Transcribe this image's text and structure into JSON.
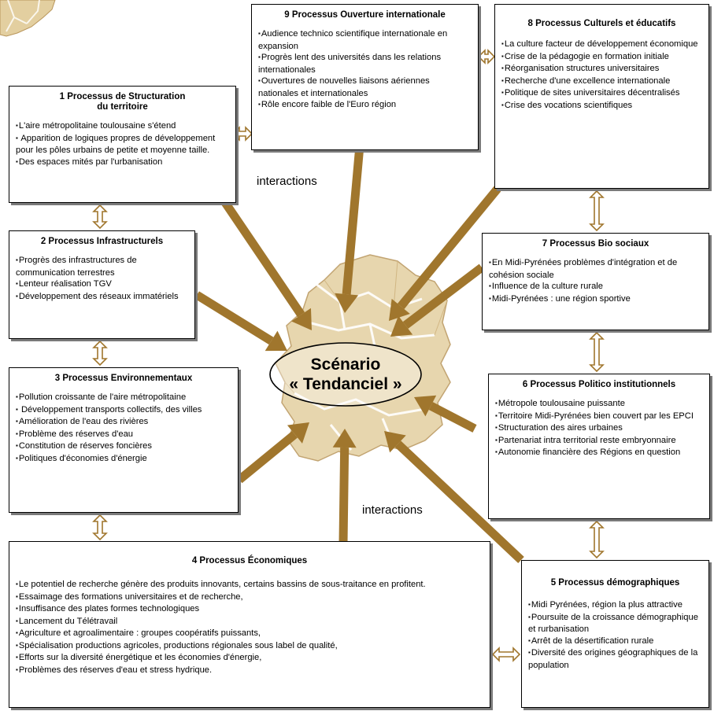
{
  "center": {
    "line1": "Scénario",
    "line2": "« Tendanciel »"
  },
  "labels": {
    "interactions_top": "interactions",
    "interactions_bottom": "interactions"
  },
  "colors": {
    "arrow": "#a0762d",
    "map_fill": "#e3cfa0",
    "map_shade": "#b8955a"
  },
  "processes": [
    {
      "title": "1 Processus de Structuration du territoire",
      "items": [
        "L'aire métropolitaine toulousaine s'étend",
        " Apparition de logiques propres de développement  pour les pôles urbains de petite et moyenne taille.",
        "Des espaces mités par l'urbanisation"
      ]
    },
    {
      "title": "2 Processus Infrastructurels",
      "items": [
        "Progrès des infrastructures de communication terrestres",
        "Lenteur réalisation TGV",
        "Développement des réseaux immatériels"
      ]
    },
    {
      "title": "3 Processus Environnementaux",
      "items": [
        "Pollution croissante de l'aire métropolitaine",
        " Développement transports collectifs, des villes",
        "Amélioration de l'eau des rivières",
        "Problème des réserves d'eau",
        "Constitution de réserves foncières",
        "Politiques d'économies d'énergie"
      ]
    },
    {
      "title": "4 Processus Économiques",
      "items": [
        "Le potentiel de recherche génère des produits innovants, certains bassins de sous-traitance en profitent.",
        "Essaimage des formations universitaires et de recherche,",
        "Insuffisance des plates formes technologiques",
        "Lancement du Télétravail",
        "Agriculture et agroalimentaire :  groupes coopératifs puissants,",
        "Spécialisation productions agricoles,  productions régionales sous label de qualité,",
        "Efforts sur la diversité énergétique et les économies d'énergie,",
        "Problèmes des réserves d'eau et stress hydrique."
      ]
    },
    {
      "title": "5 Processus démographiques",
      "items": [
        "Midi Pyrénées, région la plus attractive",
        "Poursuite de la croissance démographique et rurbanisation",
        "Arrêt de la désertification rurale",
        "Diversité des origines géographiques de la population"
      ]
    },
    {
      "title": "6 Processus Politico institutionnels",
      "items": [
        "Métropole toulousaine puissante",
        "Territoire Midi-Pyrénées bien couvert par les EPCI",
        "Structuration des aires urbaines",
        "Partenariat intra territorial reste embryonnaire",
        "Autonomie financière des Régions en question"
      ]
    },
    {
      "title": "7 Processus Bio sociaux",
      "items": [
        "En Midi-Pyrénées problèmes d'intégration et de cohésion sociale",
        "Influence de  la culture rurale",
        "Midi-Pyrénées : une région sportive"
      ]
    },
    {
      "title": "8 Processus Culturels et éducatifs",
      "items": [
        "La culture facteur de développement économique",
        "Crise de la pédagogie en formation initiale",
        "Réorganisation structures universitaires",
        "Recherche d'une excellence internationale",
        "Politique de sites universitaires décentralisés",
        "Crise des vocations scientifiques"
      ]
    },
    {
      "title": "9 Processus Ouverture internationale",
      "items": [
        "Audience technico scientifique internationale en expansion",
        "Progrès lent des universités dans les relations internationales",
        "Ouvertures de nouvelles liaisons aériennes nationales et  internationales",
        "Rôle encore faible de l'Euro région"
      ]
    }
  ]
}
